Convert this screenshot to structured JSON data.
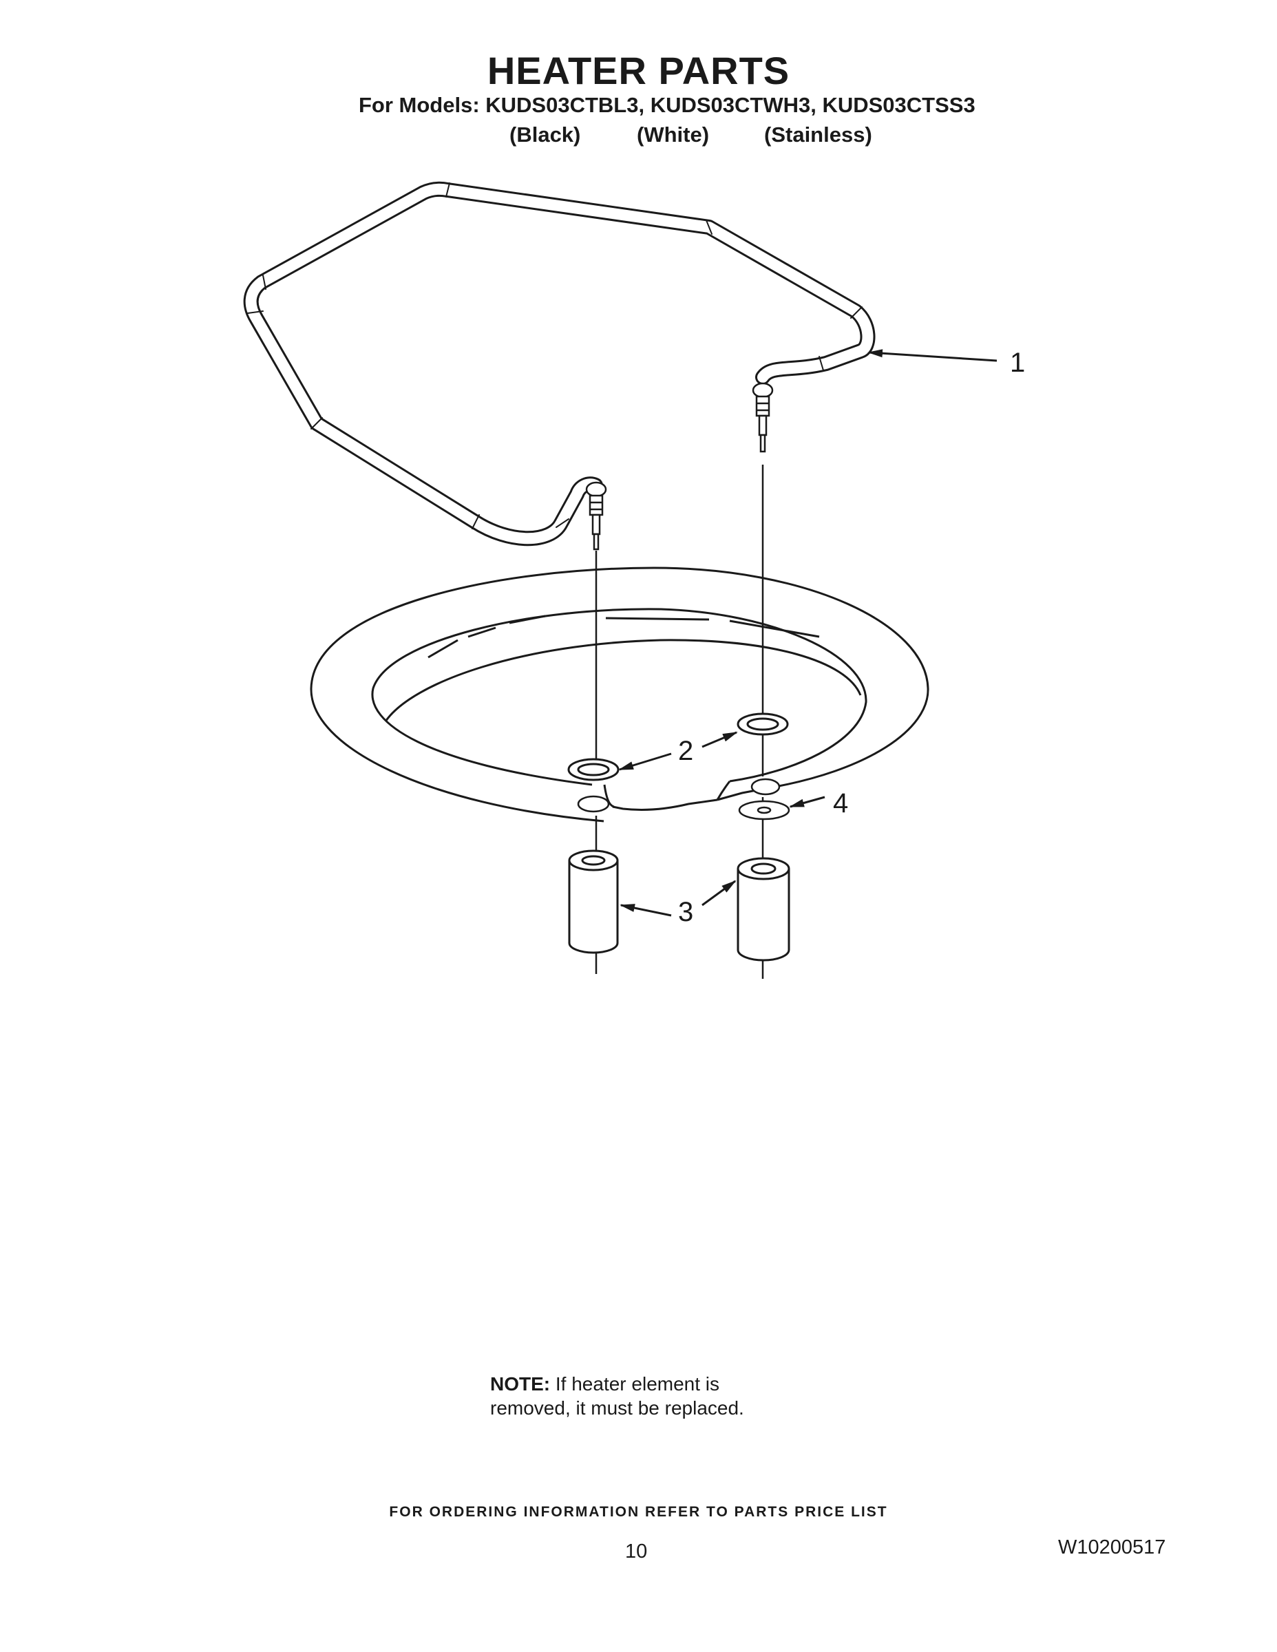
{
  "header": {
    "title": "HEATER PARTS",
    "models": "For Models: KUDS03CTBL3, KUDS03CTWH3, KUDS03CTSS3",
    "variants": [
      "(Black)",
      "(White)",
      "(Stainless)"
    ]
  },
  "callouts": [
    "1",
    "2",
    "3",
    "4"
  ],
  "note": {
    "label": "NOTE:",
    "line1": " If heater element is",
    "line2": "removed, it must be replaced."
  },
  "footer": {
    "ordering_info": "FOR ORDERING INFORMATION REFER TO PARTS PRICE LIST",
    "page_number": "10",
    "document_number": "W10200517"
  }
}
